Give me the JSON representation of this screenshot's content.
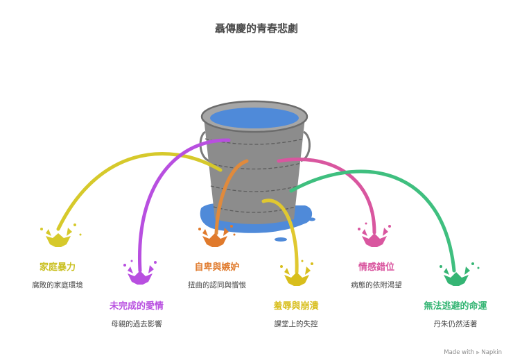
{
  "title": "聶傳慶的青春悲劇",
  "colors": {
    "yellow": "#d6c92b",
    "purple": "#b84fe0",
    "orange": "#e08a3c",
    "gold": "#e0c830",
    "pink": "#d9569f",
    "green": "#3fbf7f",
    "water": "#4f8ad9",
    "bucket": "#8c8c8c"
  },
  "items": [
    {
      "title": "家庭暴力",
      "desc": "腐敗的家庭環境",
      "color": "#c9bf1f"
    },
    {
      "title": "未完成的愛情",
      "desc": "母親的過去影響",
      "color": "#b84fe0"
    },
    {
      "title": "自卑與嫉妒",
      "desc": "扭曲的認同與憎恨",
      "color": "#e07a2c"
    },
    {
      "title": "羞辱與崩潰",
      "desc": "課堂上的失控",
      "color": "#d8be1c"
    },
    {
      "title": "情感錯位",
      "desc": "病態的依附渴望",
      "color": "#d9569f"
    },
    {
      "title": "無法逃避的命運",
      "desc": "丹朱仍然活著",
      "color": "#35b574"
    }
  ],
  "footer": "Made with ⪢ Napkin"
}
